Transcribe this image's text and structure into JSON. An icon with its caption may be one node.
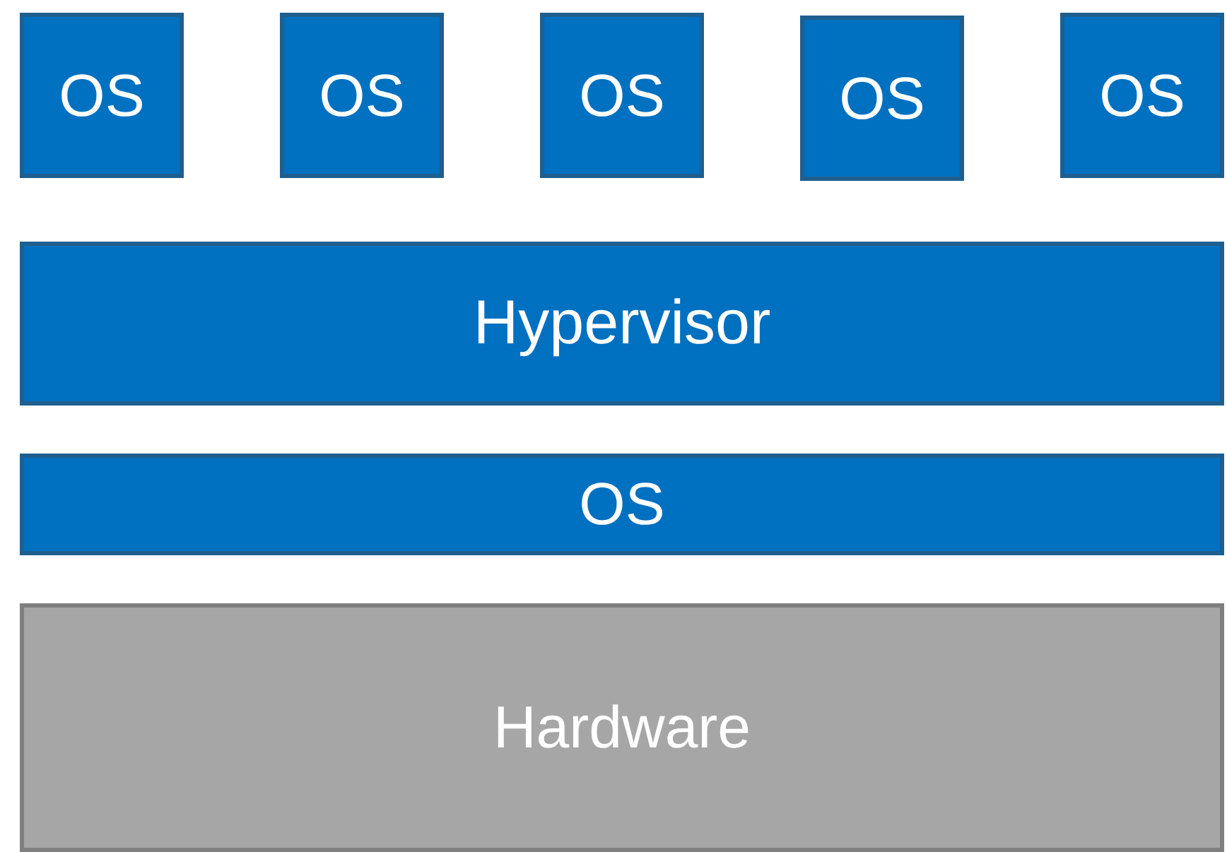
{
  "diagram": {
    "nodes": [
      {
        "text": [
          "OS"
        ]
      },
      {
        "text": [
          "OS"
        ]
      },
      {
        "text": [
          "OS"
        ]
      },
      {
        "text": [
          "OS"
        ]
      },
      {
        "text": [
          "OS"
        ]
      },
      {
        "text": [
          "Hypervisor"
        ]
      },
      {
        "text": [
          "OS"
        ]
      },
      {
        "text": [
          "Hardware"
        ]
      }
    ]
  }
}
